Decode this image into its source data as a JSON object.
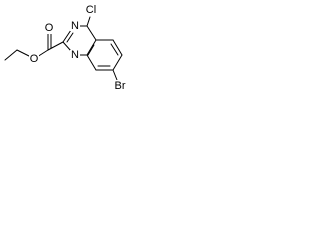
{
  "structure": {
    "atoms": {
      "o_carbonyl": "O",
      "o_ester": "O",
      "n_top": "N",
      "n_bottom": "N",
      "cl": "Cl",
      "br": "Br"
    }
  }
}
